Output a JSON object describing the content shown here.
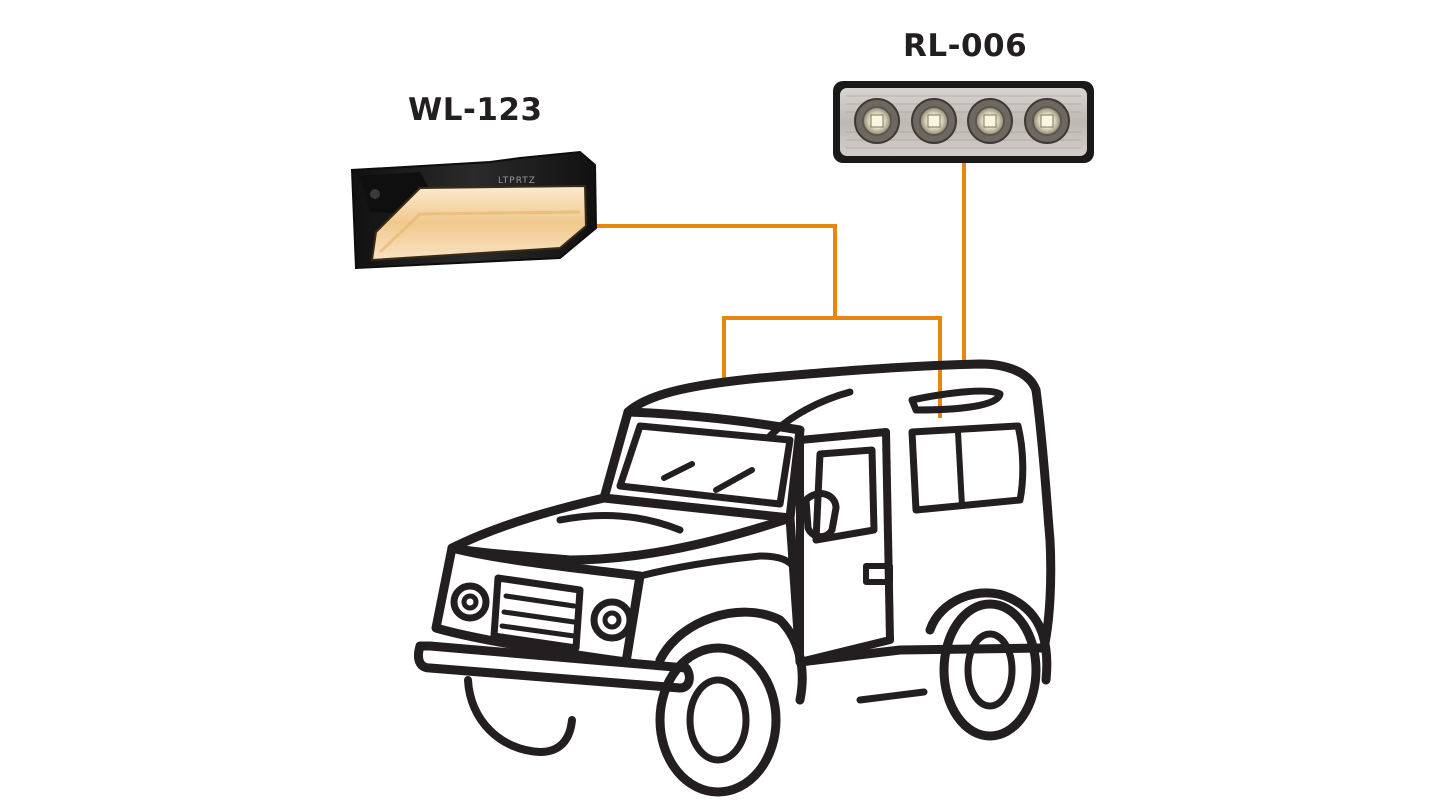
{
  "products": [
    {
      "code": "WL-123",
      "brand": "LTPRTZ"
    },
    {
      "code": "RL-006"
    }
  ],
  "colors": {
    "connector": "#e8870f",
    "outline": "#231f20",
    "background": "#ffffff",
    "warm_light": "#f3d7a5",
    "lamp_housing": "#1c1c1c"
  }
}
